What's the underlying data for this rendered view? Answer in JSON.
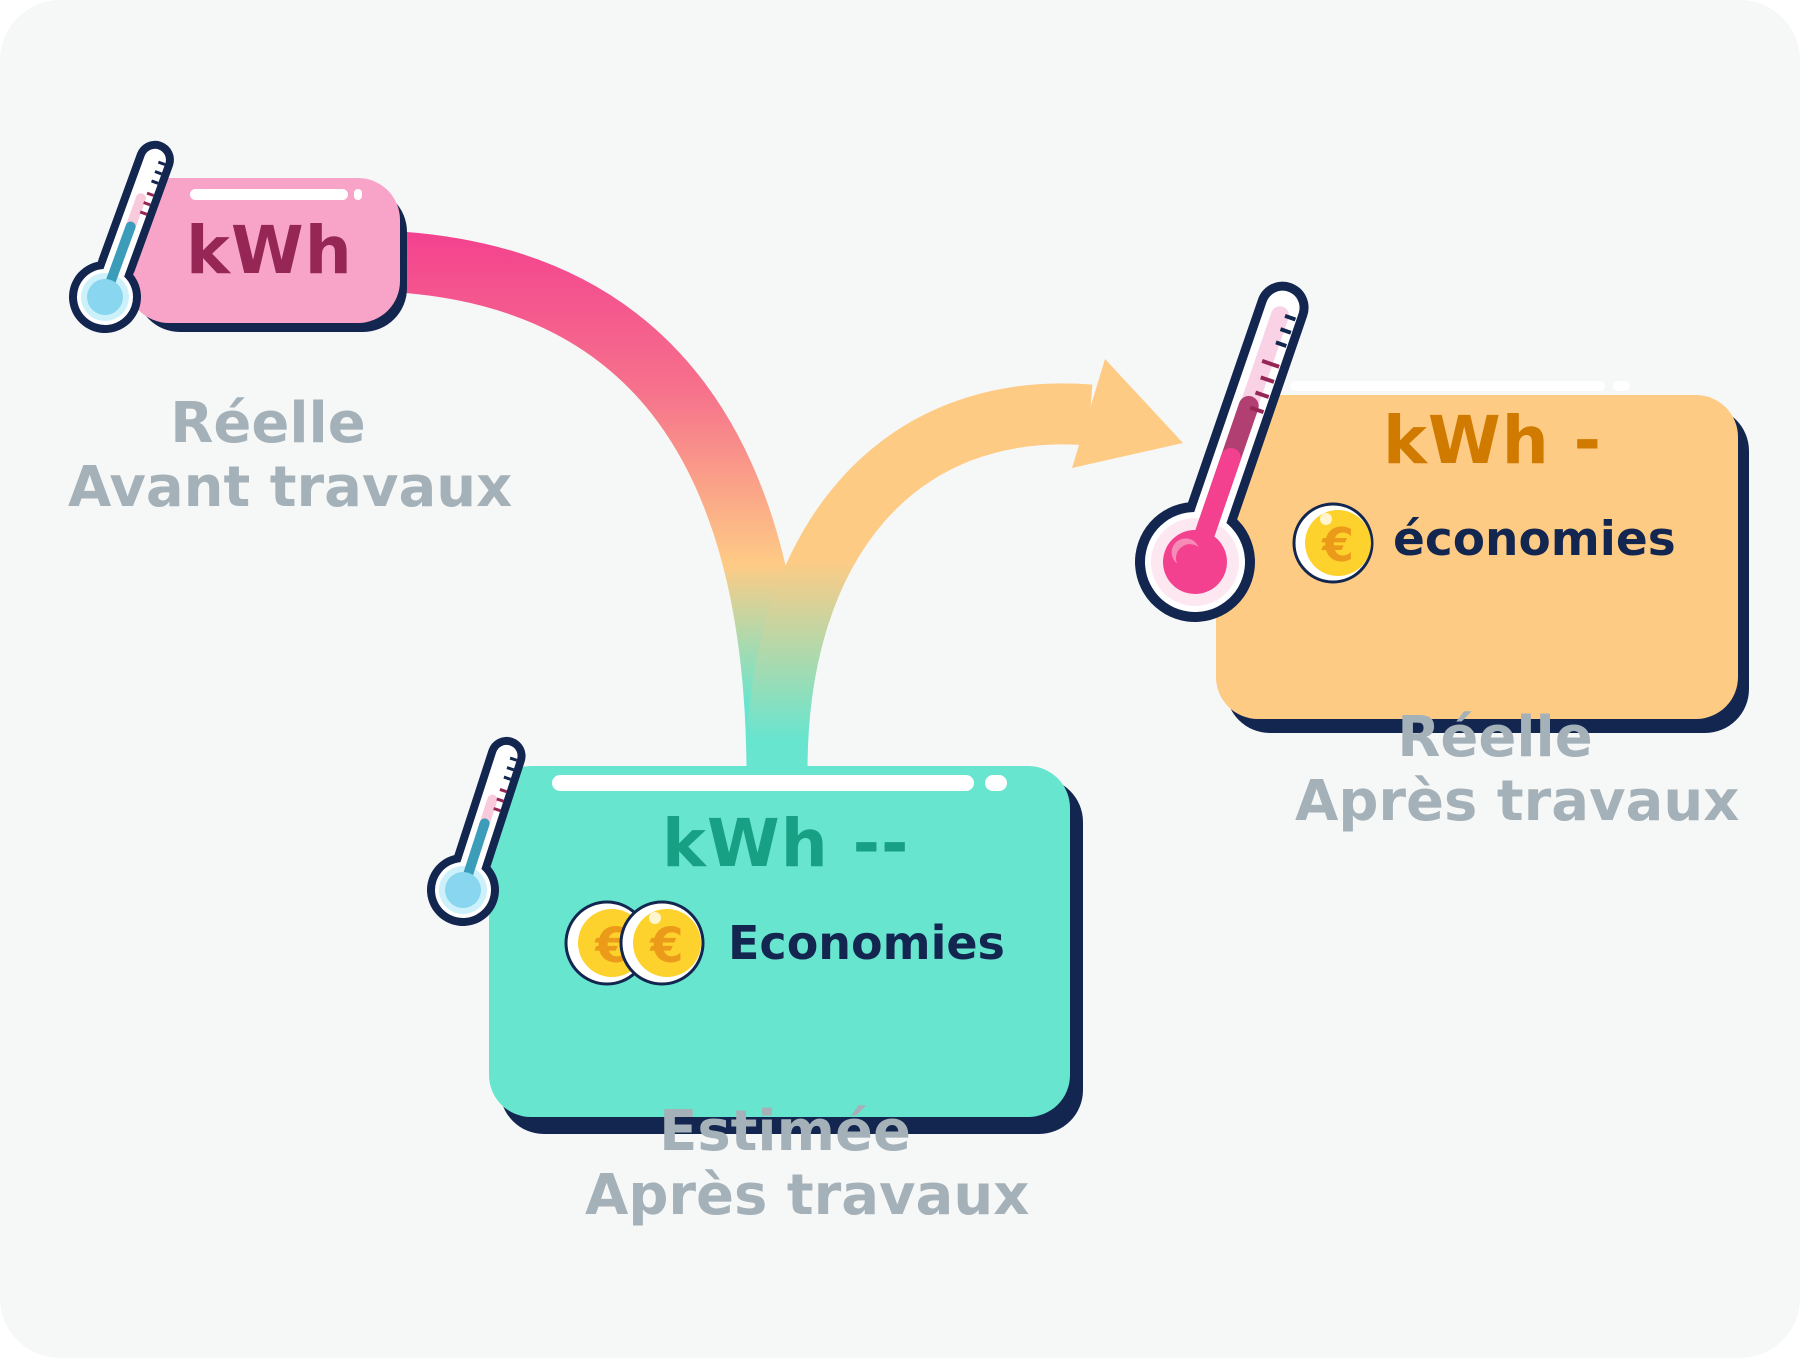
{
  "diagram": {
    "title": "Consommation énergétique avant / après travaux",
    "nodes": [
      {
        "id": "reelle-avant",
        "value_text": "kWh",
        "caption_line1": "Réelle",
        "caption_line2": "Avant travaux",
        "box_color": "#f8a4c9",
        "value_color": "#952656",
        "thermometer_level": "low",
        "coins": 0
      },
      {
        "id": "estimee-apres",
        "value_text": "kWh --",
        "savings_text": "Economies",
        "caption_line1": "Estimée",
        "caption_line2": "Après travaux",
        "box_color": "#67e5cf",
        "value_color": "#17a083",
        "thermometer_level": "low",
        "coins": 2
      },
      {
        "id": "reelle-apres",
        "value_text": "kWh -",
        "savings_text": "économies",
        "caption_line1": "Réelle",
        "caption_line2": "Après travaux",
        "box_color": "#fecb85",
        "value_color": "#d07a00",
        "thermometer_level": "high",
        "coins": 1
      }
    ],
    "edges": [
      {
        "from": "reelle-avant",
        "to": "estimee-apres",
        "style": "gradient pink-to-teal"
      },
      {
        "from": "estimee-apres",
        "to": "reelle-apres",
        "style": "arrow orange"
      }
    ],
    "colors": {
      "background": "#f6f8f8",
      "outline": "#13264f",
      "caption": "#a5b1b8",
      "pink": "#f3418f",
      "orange": "#fecb85",
      "teal": "#67e5cf",
      "coin": "#fdd22c",
      "euro": "#ec9a1a"
    }
  }
}
